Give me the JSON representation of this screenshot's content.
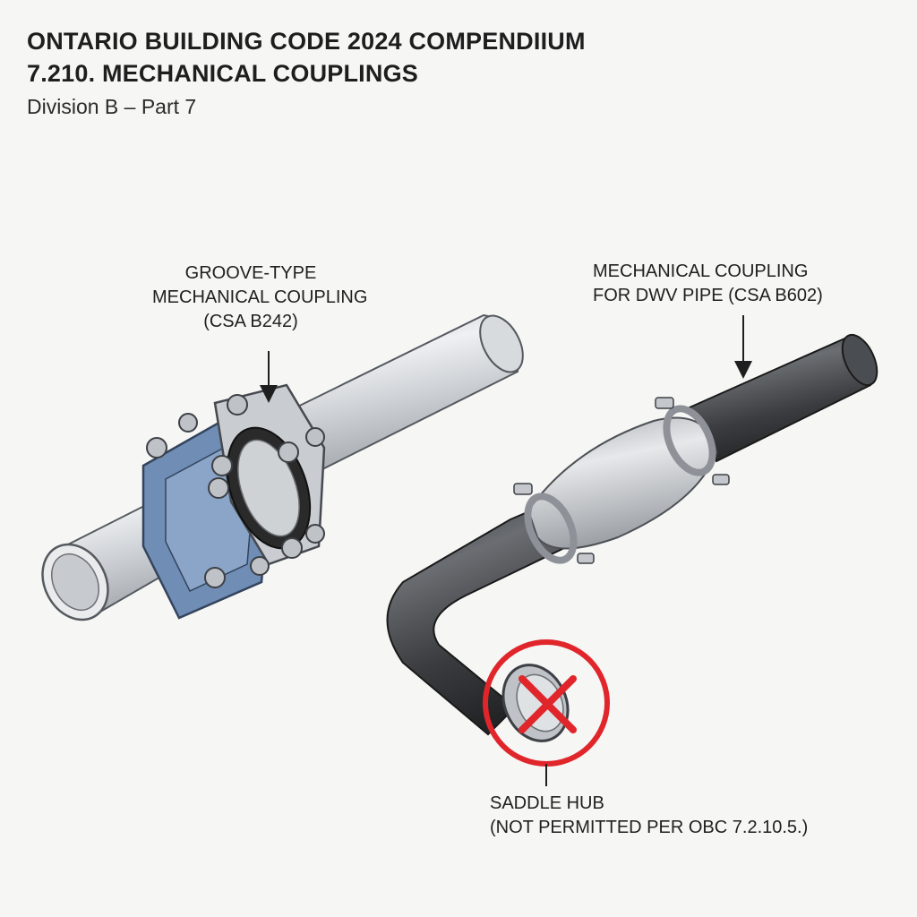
{
  "header": {
    "title_line1": "ONTARIO BUILDING CODE 2024 COMPENDIIUM",
    "title_line2": "7.210. MECHANICAL COUPLINGS",
    "subtitle": "Division B – Part 7"
  },
  "callouts": {
    "groove": [
      "GROOVE-TYPE",
      "MECHANICAL COUPLING",
      "(CSA B242)"
    ],
    "dwv": [
      "MECHANICAL COUPLING",
      "FOR DWV PIPE (CSA B602)"
    ],
    "hub": [
      "SADDLE HUB",
      "(NOT PERMITTED PER OBC 7.2.10.5.)"
    ]
  },
  "colors": {
    "steel_pipe": "#c9ccd0",
    "flange_blue": "#6f8db5",
    "dwv_pipe": "#3d3f42",
    "prohibited_red": "#e0262b"
  },
  "icons": [
    "prohibited-x-icon"
  ]
}
